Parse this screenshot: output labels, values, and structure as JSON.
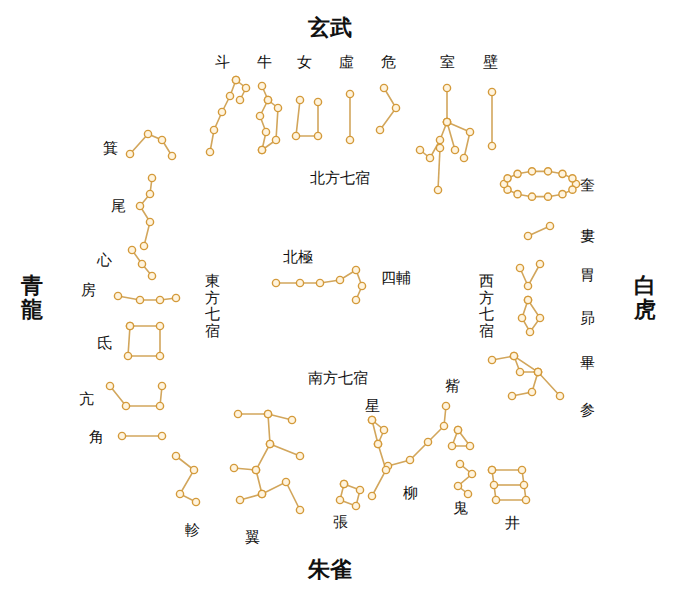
{
  "diagram": {
    "labels": [
      "玄武",
      "斗",
      "牛",
      "女",
      "虛",
      "危",
      "室",
      "壁",
      "北方七宿",
      "箕",
      "尾",
      "心",
      "房",
      "氐",
      "亢",
      "角",
      "青龍",
      "東方七宿",
      "北極",
      "四輔",
      "西方七宿",
      "白虎",
      "奎",
      "婁",
      "胃",
      "昴",
      "畢",
      "参",
      "觜",
      "井",
      "鬼",
      "柳",
      "星",
      "張",
      "翼",
      "軫",
      "南方七宿",
      "朱雀"
    ]
  }
}
